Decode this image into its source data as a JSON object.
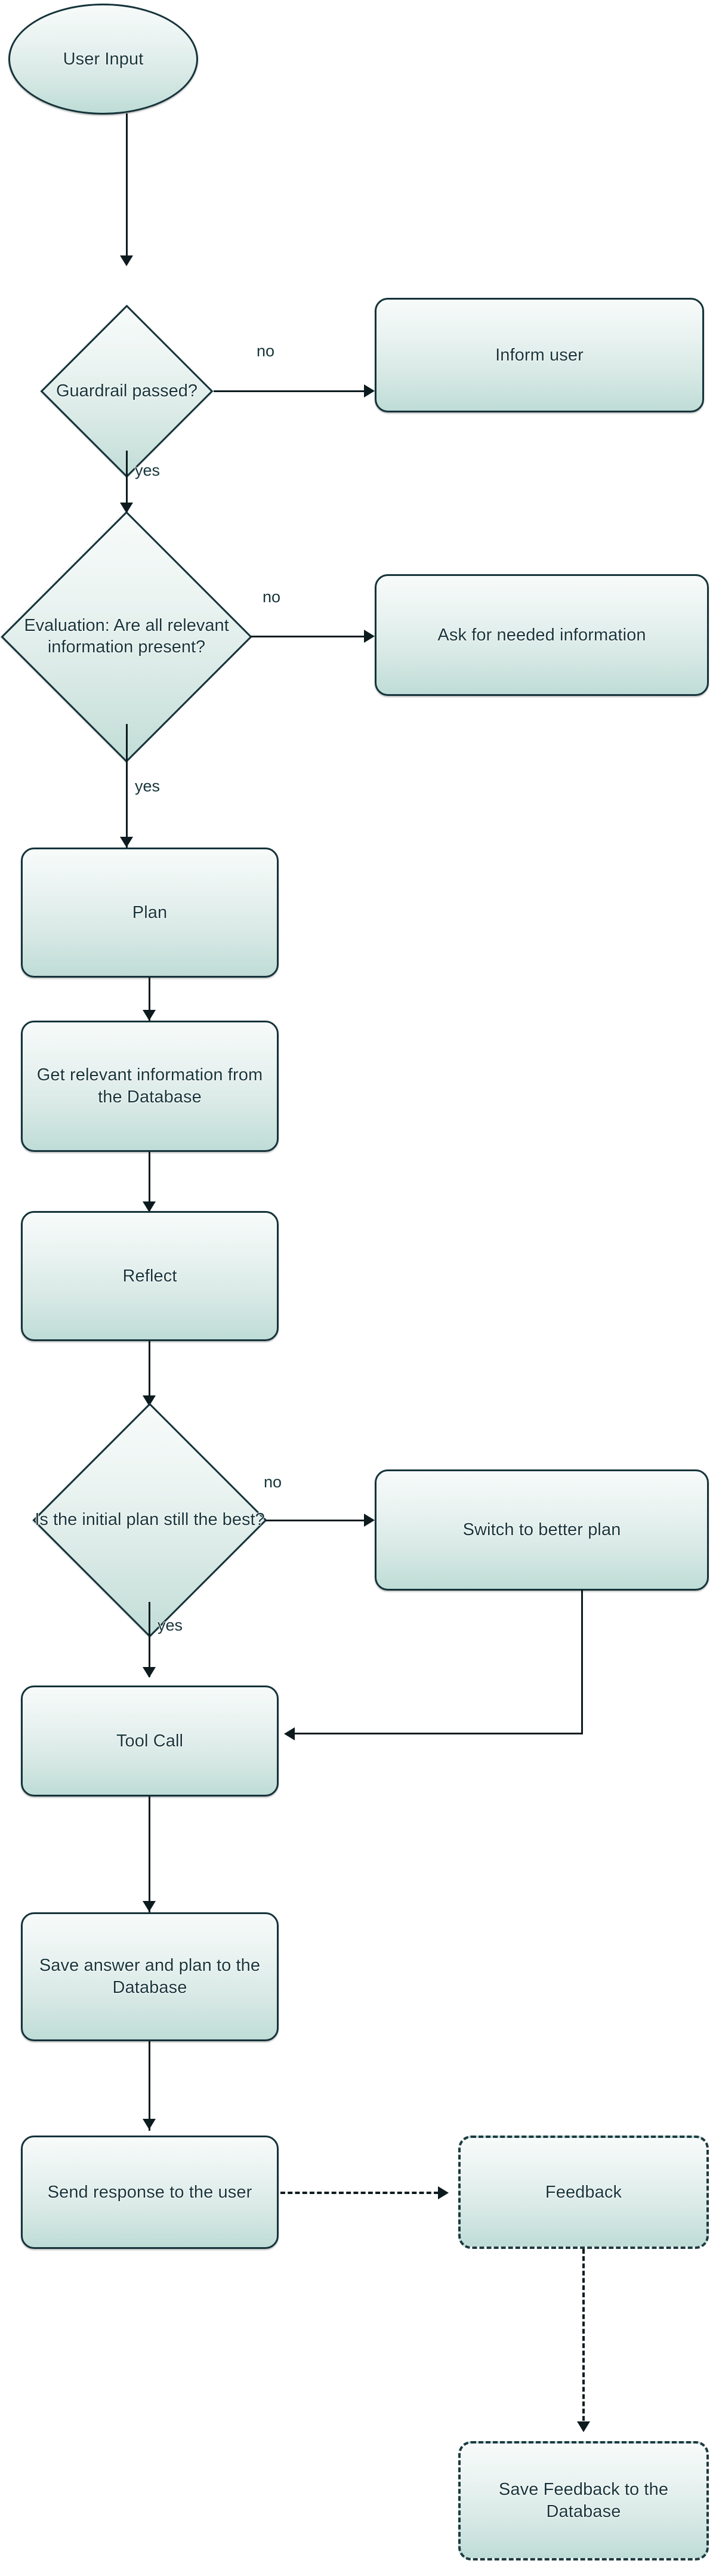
{
  "diagram": {
    "title": "Agent Workflow Flowchart",
    "type": "flowchart",
    "colors": {
      "node_fill_top": "#f7fbfa",
      "node_fill_bottom": "#bfdcd6",
      "node_border": "#15333a",
      "text": "#17353b",
      "connector": "#0d1b1f",
      "background": "#ffffff"
    }
  },
  "nodes": {
    "user_input": {
      "label": "User Input",
      "shape": "terminator"
    },
    "guardrail": {
      "label": "Guardrail passed?",
      "shape": "decision"
    },
    "inform_user": {
      "label": "Inform user",
      "shape": "process"
    },
    "evaluation": {
      "label": "Evaluation: Are all relevant information present?",
      "shape": "decision"
    },
    "ask_info": {
      "label": "Ask for needed information",
      "shape": "process"
    },
    "plan": {
      "label": "Plan",
      "shape": "process"
    },
    "get_info": {
      "label": "Get relevant information from the Database",
      "shape": "process"
    },
    "reflect": {
      "label": "Reflect",
      "shape": "process"
    },
    "plan_check": {
      "label": "Is the initial plan still the best?",
      "shape": "decision"
    },
    "switch_plan": {
      "label": "Switch to better plan",
      "shape": "process"
    },
    "tool_call": {
      "label": "Tool Call",
      "shape": "process"
    },
    "save_answer": {
      "label": "Save answer and plan to the Database",
      "shape": "process"
    },
    "send_response": {
      "label": "Send response to the user",
      "shape": "process"
    },
    "feedback": {
      "label": "Feedback",
      "shape": "process-dashed"
    },
    "save_feedback": {
      "label": "Save Feedback to the Database",
      "shape": "process-dashed"
    }
  },
  "edge_labels": {
    "guardrail_no": "no",
    "guardrail_yes": "yes",
    "evaluation_no": "no",
    "evaluation_yes": "yes",
    "plan_check_no": "no",
    "plan_check_yes": "yes"
  },
  "edges": [
    {
      "from": "user_input",
      "to": "guardrail",
      "label": "",
      "style": "solid"
    },
    {
      "from": "guardrail",
      "to": "inform_user",
      "label": "no",
      "style": "solid"
    },
    {
      "from": "guardrail",
      "to": "evaluation",
      "label": "yes",
      "style": "solid"
    },
    {
      "from": "evaluation",
      "to": "ask_info",
      "label": "no",
      "style": "solid"
    },
    {
      "from": "evaluation",
      "to": "plan",
      "label": "yes",
      "style": "solid"
    },
    {
      "from": "plan",
      "to": "get_info",
      "label": "",
      "style": "solid"
    },
    {
      "from": "get_info",
      "to": "reflect",
      "label": "",
      "style": "solid"
    },
    {
      "from": "reflect",
      "to": "plan_check",
      "label": "",
      "style": "solid"
    },
    {
      "from": "plan_check",
      "to": "switch_plan",
      "label": "no",
      "style": "solid"
    },
    {
      "from": "plan_check",
      "to": "tool_call",
      "label": "yes",
      "style": "solid"
    },
    {
      "from": "switch_plan",
      "to": "tool_call",
      "label": "",
      "style": "solid"
    },
    {
      "from": "tool_call",
      "to": "save_answer",
      "label": "",
      "style": "solid"
    },
    {
      "from": "save_answer",
      "to": "send_response",
      "label": "",
      "style": "solid"
    },
    {
      "from": "send_response",
      "to": "feedback",
      "label": "",
      "style": "dashed"
    },
    {
      "from": "feedback",
      "to": "save_feedback",
      "label": "",
      "style": "dashed"
    }
  ]
}
